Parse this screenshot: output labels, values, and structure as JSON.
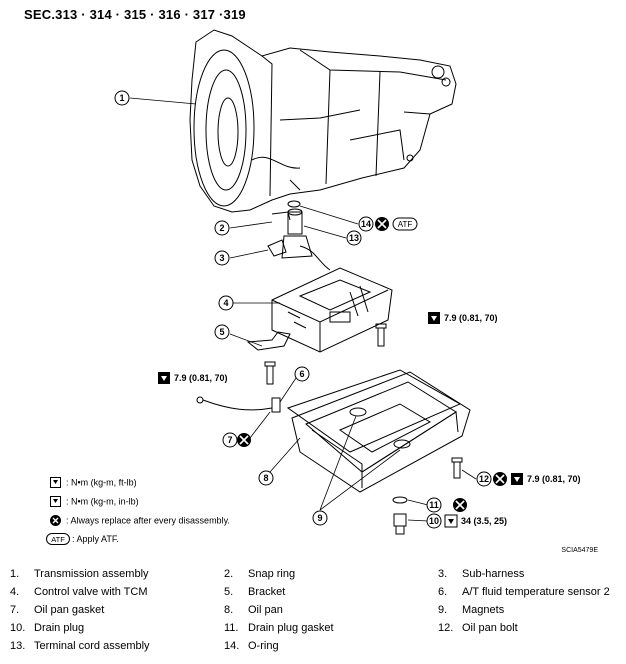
{
  "header": {
    "section": "SEC.313 · 314 · 315 · 316 · 317 ·319"
  },
  "callouts": [
    "1",
    "2",
    "3",
    "4",
    "5",
    "6",
    "7",
    "8",
    "9",
    "10",
    "11",
    "12",
    "13",
    "14"
  ],
  "torques": {
    "control_valve_bolt": "7.9  (0.81,  70)",
    "terminal_cord_bolt": "7.9  (0.81,  70)",
    "oil_pan_bolt": "7.9  (0.81,  70)",
    "drain_plug": "34  (3.5,  25)"
  },
  "atf_tag": "ATF",
  "legend": [
    {
      "icon": "torque-wrench-icon",
      "text": ": N•m  (kg-m,  ft-lb)"
    },
    {
      "icon": "torque-wrench-icon",
      "text": ": N•m  (kg-m,  in-lb)"
    },
    {
      "icon": "replace-x-icon",
      "text": ": Always replace after every disassembly."
    },
    {
      "icon": "atf-icon",
      "icon_text": "ATF",
      "text": ": Apply ATF."
    }
  ],
  "ref_code": "SCIA5479E",
  "parts": [
    [
      {
        "num": "1.",
        "name": "Transmission assembly"
      },
      {
        "num": "2.",
        "name": "Snap ring"
      },
      {
        "num": "3.",
        "name": "Sub-harness"
      }
    ],
    [
      {
        "num": "4.",
        "name": "Control valve with TCM"
      },
      {
        "num": "5.",
        "name": "Bracket"
      },
      {
        "num": "6.",
        "name": "A/T fluid temperature sensor 2"
      }
    ],
    [
      {
        "num": "7.",
        "name": "Oil pan gasket"
      },
      {
        "num": "8.",
        "name": "Oil pan"
      },
      {
        "num": "9.",
        "name": "Magnets"
      }
    ],
    [
      {
        "num": "10.",
        "name": "Drain plug"
      },
      {
        "num": "11.",
        "name": "Drain plug gasket"
      },
      {
        "num": "12.",
        "name": "Oil pan bolt"
      }
    ],
    [
      {
        "num": "13.",
        "name": "Terminal cord assembly"
      },
      {
        "num": "14.",
        "name": "O-ring"
      },
      {
        "num": "",
        "name": ""
      }
    ]
  ]
}
